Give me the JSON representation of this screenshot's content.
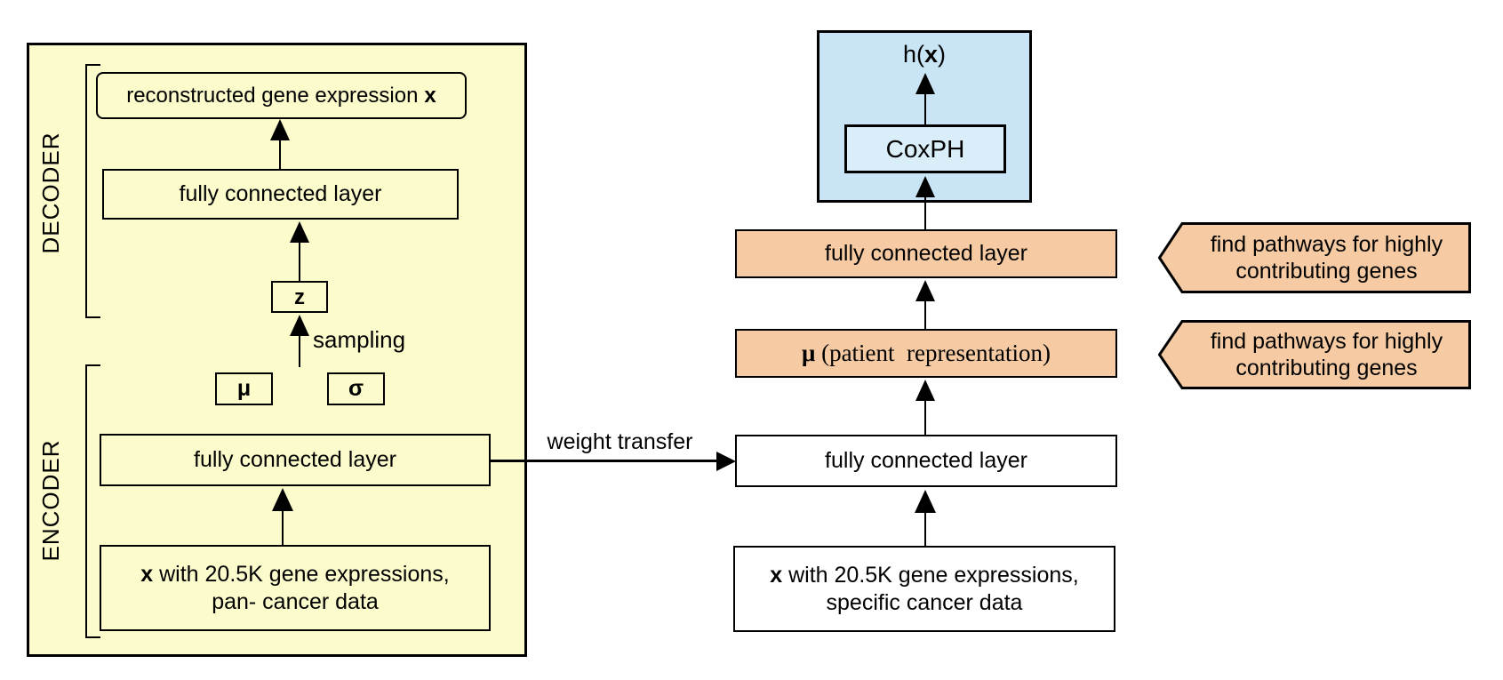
{
  "colors": {
    "panel_yellow": "#FBFBCB",
    "peach_orange": "#F6CBA3",
    "light_blue": "#C9E5F5",
    "coxph_fill": "#DAEEF9",
    "box_white": "#FFFFFF",
    "line_black": "#000000"
  },
  "vae_panel": {
    "decoder_label": "DECODER",
    "encoder_label": "ENCODER",
    "reconstructed_box": {
      "text": "reconstructed gene expression",
      "bold": "x"
    },
    "decoder_fc_label": "fully connected layer",
    "z_label": "z",
    "sampling_label": "sampling",
    "mu_label": "μ",
    "sigma_label": "σ",
    "encoder_fc_label": "fully connected layer",
    "input_box": {
      "bold": "x",
      "rest": " with 20.5K gene expressions,",
      "line2": "pan- cancer data"
    }
  },
  "transfer": {
    "weight_transfer_label": "weight transfer"
  },
  "survival_column": {
    "hazard": {
      "prefix": "h(",
      "bold": "x",
      "suffix": ")"
    },
    "coxph_label": "CoxPH",
    "fc_label": "fully connected layer",
    "mu_box": {
      "bold": "μ",
      "rest": " (patient  representation)"
    },
    "fc2_label": "fully connected layer",
    "input_box": {
      "bold": "x",
      "rest": " with 20.5K gene expressions,",
      "line2": "specific cancer data"
    }
  },
  "callouts": {
    "first": {
      "line1": "find pathways for highly",
      "line2": "contributing genes"
    },
    "second": {
      "line1": "find pathways for highly",
      "line2": "contributing genes"
    }
  }
}
